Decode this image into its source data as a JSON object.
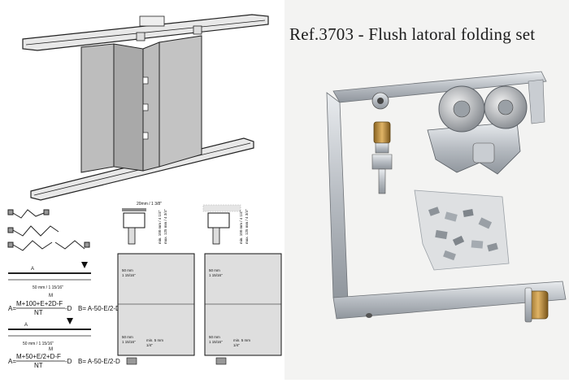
{
  "product": {
    "title": "Ref.3703 - Flush latoral folding set"
  },
  "drawing": {
    "bracket_note": "20mm / 1 3/8\"",
    "clearance_top_1": "min. 100 mm / 4 1/4\"",
    "clearance_top_2": "max. 125 mm / 4 3/4\"",
    "clearance_top_3": "min. 100 mm / 4 1/4\"",
    "clearance_top_4": "max. 125 mm / 4 3/4\"",
    "panel_offset_1": "50 mm",
    "panel_offset_1b": "1 15/16\"",
    "panel_offset_2": "50 mm",
    "panel_offset_2b": "1 15/16\"",
    "bottom_offset_1": "50 mm",
    "bottom_offset_1b": "1 15/16\"",
    "bottom_offset_2": "50 mm",
    "bottom_offset_2b": "1 15/16\"",
    "bottom_gap_1": "min. 5 mm",
    "bottom_gap_1b": "1/4\"",
    "bottom_gap_2": "min. 5 mm",
    "bottom_gap_2b": "1/4\"",
    "dim1_a": "A",
    "dim1_m": "M",
    "dim1_note": "50 mm / 1 15/16\"",
    "dim2_a": "A",
    "dim2_m": "M",
    "dim2_note": "50 mm / 1 15/16\"",
    "formula1_lhs": "A=",
    "formula1_num": "M+100+E+2D-F",
    "formula1_den": "NT",
    "formula1_tail": "-D",
    "formula1_b": "B= A-50-E/2-D",
    "formula2_lhs": "A=",
    "formula2_num": "M+50+E/2+D-F",
    "formula2_den": "NT",
    "formula2_tail": "-D",
    "formula2_b": "B= A-50-E/2-D"
  },
  "colors": {
    "panel_gray": "#bdbdbd",
    "metal": "#c8ccd0",
    "brass": "#b98a3c"
  }
}
